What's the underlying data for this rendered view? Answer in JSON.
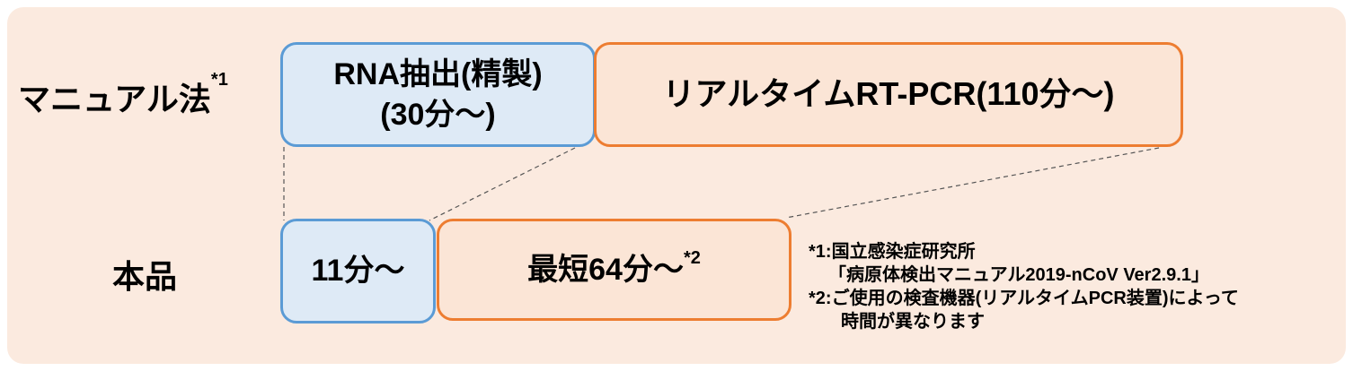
{
  "rows": {
    "manual": {
      "label": "マニュアル法",
      "note_mark": "*1",
      "step1": {
        "line1": "RNA抽出(精製)",
        "line2": "(30分〜)"
      },
      "step2": "リアルタイムRT-PCR(110分〜)"
    },
    "product": {
      "label": "本品",
      "step1": "11分〜",
      "step2": "最短64分〜",
      "step2_note_mark": "*2"
    }
  },
  "notes": [
    {
      "mark": "*1:",
      "line1": "国立感染症研究所",
      "line2": "「病原体検出マニュアル2019-nCoV Ver2.9.1」"
    },
    {
      "mark": "*2:",
      "line1": "ご使用の検査機器(リアルタイムPCR装置)によって",
      "line2": "時間が異なります"
    }
  ],
  "colors": {
    "background": "#fbeadf",
    "blue_fill": "#deeaf6",
    "blue_border": "#5b9bd5",
    "orange_fill": "#fbe5d6",
    "orange_border": "#ed7d31"
  }
}
